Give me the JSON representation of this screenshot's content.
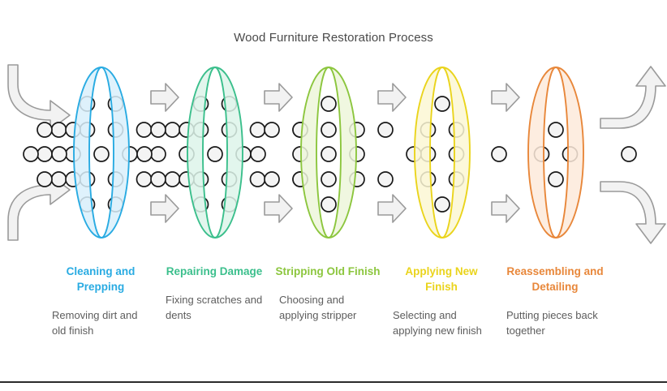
{
  "diagram": {
    "title": "Wood Furniture Restoration Process",
    "type": "process-funnel",
    "background": "#ffffff",
    "title_color": "#4a4a4a",
    "body_text_color": "#5d5d5d",
    "node_fill": "#f4f4f4",
    "node_stroke": "#1a1a1a",
    "arrow_fill": "#f2f2f2",
    "arrow_stroke": "#9a9a9a",
    "baseline_color": "#2b2b2b"
  },
  "stages": [
    {
      "index": 1,
      "title": "Cleaning and Prepping",
      "description": "Removing dirt and old finish",
      "color": "#29abe2",
      "ring_fill": "#d9f0fb",
      "node_count": 17,
      "node_rows": [
        2,
        4,
        5,
        4,
        2
      ]
    },
    {
      "index": 2,
      "title": "Repairing Damage",
      "description": "Fixing scratches and dents",
      "color": "#3bbf8c",
      "ring_fill": "#ddf4ea",
      "node_count": 15,
      "node_rows": [
        2,
        4,
        3,
        4,
        2
      ]
    },
    {
      "index": 3,
      "title": "Stripping Old Finish",
      "description": "Choosing and applying stripper",
      "color": "#8cc63e",
      "ring_fill": "#edf6da",
      "node_count": 9,
      "node_rows": [
        1,
        3,
        3,
        3,
        1
      ]
    },
    {
      "index": 4,
      "title": "Applying New Finish",
      "description": "Selecting and applying new finish",
      "color": "#ead41c",
      "ring_fill": "#fbf7d4",
      "node_count": 7,
      "node_rows": [
        1,
        2,
        2,
        2,
        1
      ]
    },
    {
      "index": 5,
      "title": "Reassembling and Detailing",
      "description": "Putting pieces back together",
      "color": "#e8873a",
      "ring_fill": "#fdeada",
      "node_count": 4,
      "node_rows": [
        0,
        1,
        2,
        1,
        0
      ]
    }
  ],
  "connectors": {
    "straight_arrow_count": 8,
    "straight_arrow_label": "step-arrow",
    "curved_arrows": [
      {
        "name": "inflow-top",
        "direction": "down-right"
      },
      {
        "name": "inflow-bottom",
        "direction": "up-right"
      },
      {
        "name": "outflow-top",
        "direction": "up-right"
      },
      {
        "name": "outflow-bottom",
        "direction": "down-right"
      }
    ]
  }
}
